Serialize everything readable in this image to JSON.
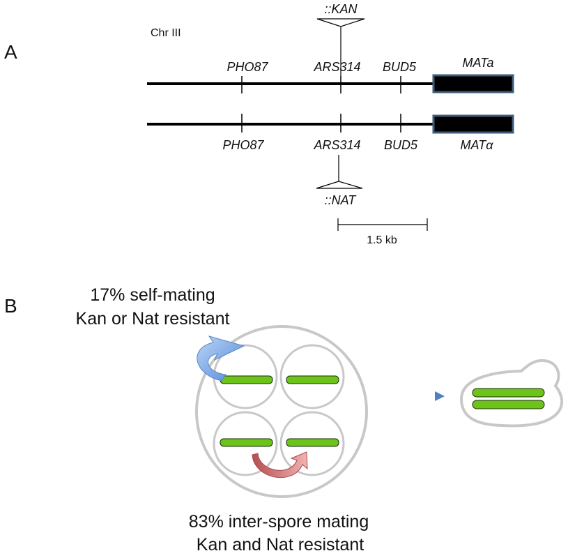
{
  "panel_a": {
    "label": "A",
    "chromosome": "Chr III",
    "top_genes": {
      "pho87": "PHO87",
      "ars314": "ARS314",
      "bud5": "BUD5",
      "mat": "MATa"
    },
    "top_insert": "::KAN",
    "bottom_genes": {
      "pho87": "PHO87",
      "ars314": "ARS314",
      "bud5": "BUD5",
      "mat": "MATα"
    },
    "bottom_insert": "::NAT",
    "scale_bar": "1.5 kb"
  },
  "panel_b": {
    "label": "B",
    "self_mating": {
      "line1": "17% self-mating",
      "line2": "Kan or Nat resistant"
    },
    "inter_spore": {
      "line1": "83% inter-spore mating",
      "line2": "Kan and Nat resistant"
    }
  },
  "colors": {
    "chromosome_bar": "#000000",
    "mat_box_fill": "#000000",
    "mat_box_border": "#3f5b7a",
    "cell_outline": "#c8c8c8",
    "chromosome_green": "#6cc418",
    "self_arrow": "#6b9ee0",
    "inter_arrow": "#c96a6a",
    "transition_arrow": "#5a86c5"
  }
}
